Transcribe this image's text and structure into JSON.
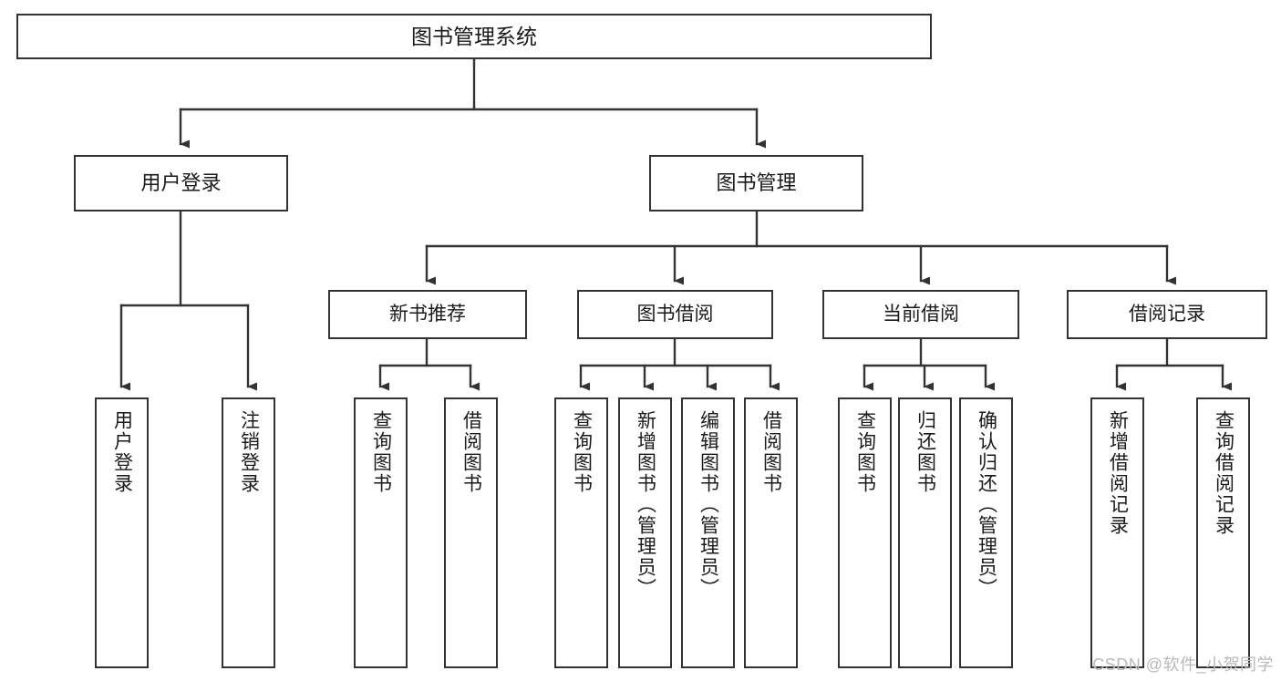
{
  "diagram": {
    "type": "tree-hierarchy-diagram",
    "title": "图书管理系统",
    "colors": {
      "box_border": "#333333",
      "box_fill": "#ffffff",
      "connector": "#333333",
      "text": "#1a1a1a",
      "watermark": "#b9b9b9",
      "background": "#ffffff"
    },
    "root": {
      "label": "图书管理系统"
    },
    "branches": [
      {
        "label": "用户登录"
      },
      {
        "label": "图书管理"
      }
    ],
    "groups": [
      {
        "label": "新书推荐"
      },
      {
        "label": "图书借阅"
      },
      {
        "label": "当前借阅"
      },
      {
        "label": "借阅记录"
      }
    ],
    "leaves": {
      "user_login": [
        {
          "label": "用户登录"
        },
        {
          "label": "注销登录"
        }
      ],
      "new_book_recommend": [
        {
          "label": "查询图书"
        },
        {
          "label": "借阅图书"
        }
      ],
      "book_borrow": [
        {
          "label": "查询图书"
        },
        {
          "label": "新增图书（管理员）"
        },
        {
          "label": "编辑图书（管理员）"
        },
        {
          "label": "借阅图书"
        }
      ],
      "current_borrow": [
        {
          "label": "查询图书"
        },
        {
          "label": "归还图书"
        },
        {
          "label": "确认归还（管理员）"
        }
      ],
      "borrow_record": [
        {
          "label": "新增借阅记录"
        },
        {
          "label": "查询借阅记录"
        }
      ]
    },
    "watermark": "CSDN @软件_小贺同学"
  }
}
